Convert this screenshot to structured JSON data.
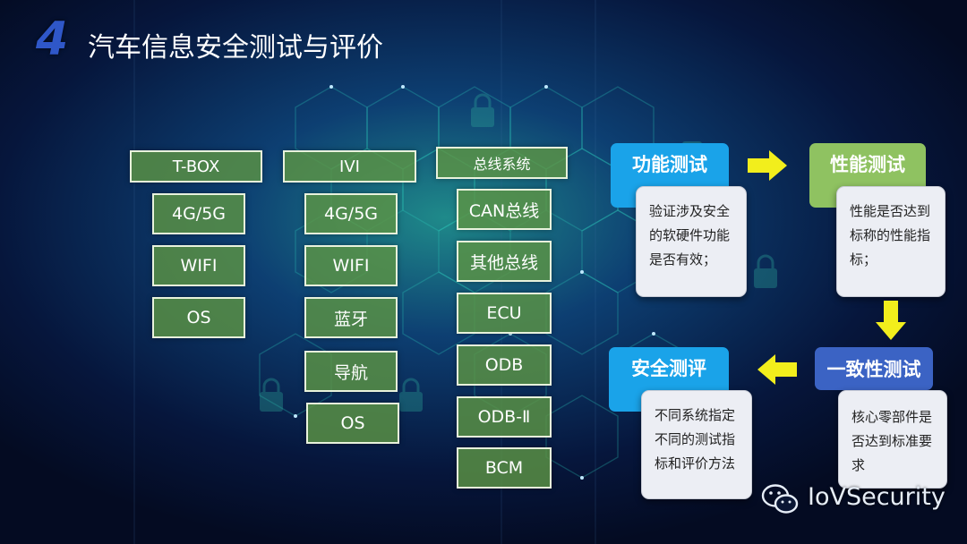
{
  "slide": {
    "number": "4",
    "title": "汽车信息安全测试与评价"
  },
  "columns": [
    {
      "header": "T-BOX",
      "items": [
        "4G/5G",
        "WIFI",
        "OS"
      ]
    },
    {
      "header": "IVI",
      "items": [
        "4G/5G",
        "WIFI",
        "蓝牙",
        "导航",
        "OS"
      ]
    },
    {
      "header": "总线系统",
      "items": [
        "CAN总线",
        "其他总线",
        "ECU",
        "ODB",
        "ODB-Ⅱ",
        "BCM"
      ]
    }
  ],
  "process": [
    {
      "title": "功能测试",
      "desc": [
        "验证涉及安全",
        "的软硬件功能",
        "是否有效；"
      ],
      "color": "#1aa3e9"
    },
    {
      "title": "性能测试",
      "desc": [
        "性能是否达到",
        "标称的性能指",
        "标；"
      ],
      "color": "#8fc261"
    },
    {
      "title": "一致性测试",
      "desc": [
        "核心零部件是",
        "否达到标准要",
        "求"
      ],
      "color": "#3b63c4"
    },
    {
      "title": "安全测评",
      "desc": [
        "不同系统指定",
        "不同的测试指",
        "标和评价方法"
      ],
      "color": "#1aa3e9"
    }
  ],
  "arrow_color": "#f2ee1c",
  "watermark": {
    "icon": "wechat-icon",
    "text": "IoVSecurity"
  }
}
